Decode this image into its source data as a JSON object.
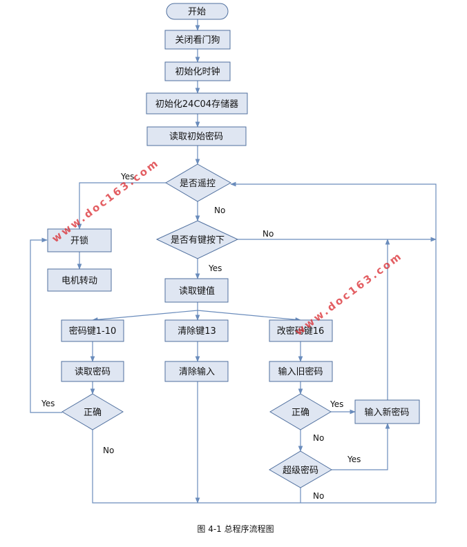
{
  "nodes": {
    "start": "开始",
    "close_watchdog": "关闭看门狗",
    "init_clock": "初始化时钟",
    "init_memory": "初始化24C04存储器",
    "read_init_password": "读取初始密码",
    "is_remote": "是否遥控",
    "unlock": "开锁",
    "motor_run": "电机转动",
    "key_pressed": "是否有键按下",
    "read_key_value": "读取键值",
    "password_key": "密码键1-10",
    "clear_key": "清除键13",
    "change_password_key": "改密码键16",
    "read_password": "读取密码",
    "clear_input": "清除输入",
    "input_old_password": "输入旧密码",
    "correct_left": "正确",
    "correct_right": "正确",
    "input_new_password": "输入新密码",
    "super_password": "超级密码"
  },
  "edges": {
    "yes": "Yes",
    "no": "No"
  },
  "caption": "图 4-1  总程序流程图",
  "watermarks": [
    "www.doc163.com",
    "www.doc163.com"
  ],
  "colors": {
    "box_fill": "#dfe6f2",
    "box_stroke": "#4f6f9e",
    "line": "#6a8cbc",
    "watermark": "#d9282e"
  }
}
